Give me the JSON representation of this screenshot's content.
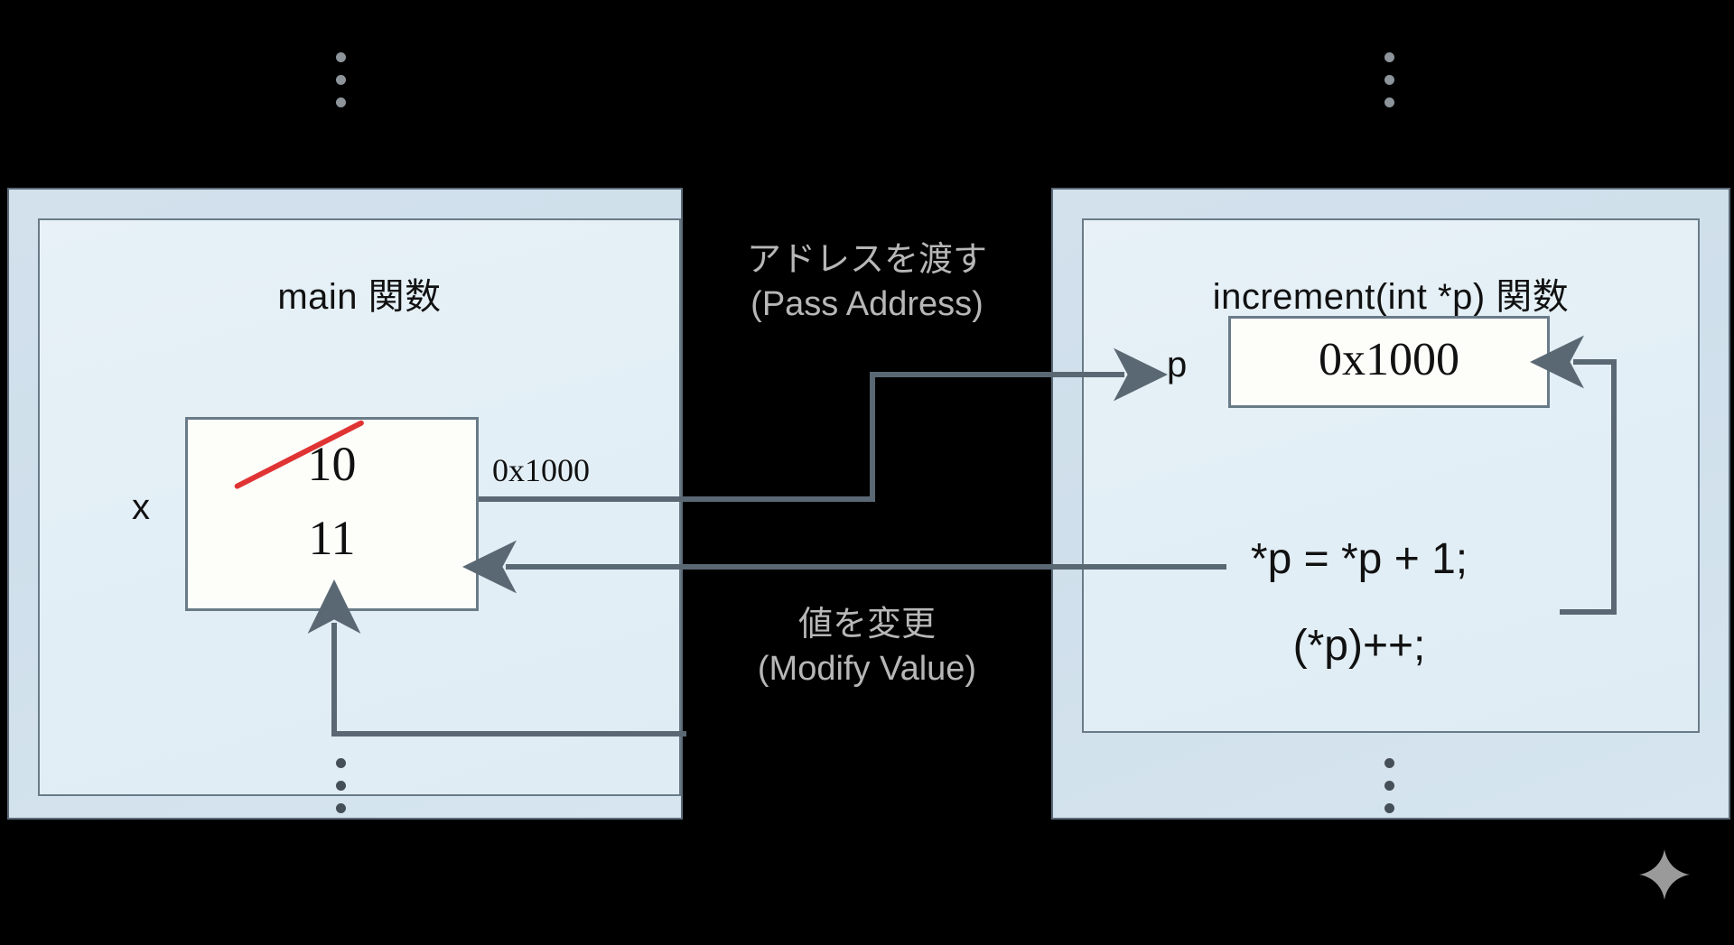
{
  "diagram": {
    "title_left": "main 関数",
    "title_right": "increment(int *p) 関数",
    "left_panel": {
      "variable_label": "x",
      "old_value": "10",
      "new_value": "11",
      "address_caption": "0x1000"
    },
    "right_panel": {
      "variable_label": "p",
      "pointer_value": "0x1000",
      "code_lines": [
        "*p = *p + 1;",
        "(*p)++;"
      ]
    },
    "center_captions": [
      {
        "jp": "アドレスを渡す",
        "en": "(Pass Address)"
      },
      {
        "jp": "値を変更",
        "en": "(Modify Value)"
      }
    ],
    "colors": {
      "background": "#000000",
      "panel_outer": "#d2e1ec",
      "panel_inner": "#e7f1f7",
      "panel_border": "#5d6b78",
      "box_fill": "#fdfdfa",
      "box_border": "#6a7b88",
      "strike_through": "#e03434",
      "wire": "#5a6874",
      "caption_text": "#b7b7b7",
      "sparkle": "#9a9a9a"
    },
    "icons": {
      "ellipsis_top_left": "vertical-ellipsis",
      "ellipsis_top_right": "vertical-ellipsis",
      "ellipsis_bottom_left": "vertical-ellipsis",
      "ellipsis_bottom_right": "vertical-ellipsis",
      "watermark": "sparkle-icon"
    }
  }
}
